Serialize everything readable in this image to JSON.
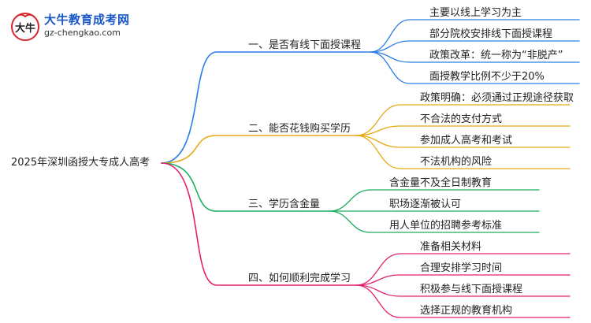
{
  "logo": {
    "name": "大牛教育成考网",
    "url": "gz-chengkao.com",
    "mark": "大牛"
  },
  "mindmap": {
    "root": "2025年深圳函授大专成人高考",
    "branches": [
      {
        "label": "一、是否有线下面授课程",
        "color": "#2b7de9",
        "children": [
          "主要以线上学习为主",
          "部分院校安排线下面授课程",
          "政策改革：统一称为“非脱产”",
          "面授教学比例不少于20%"
        ]
      },
      {
        "label": "二、能否花钱购买学历",
        "color": "#e7a912",
        "children": [
          "政策明确：必须通过正规途径获取",
          "不合法的支付方式",
          "参加成人高考和考试",
          "不法机构的风险"
        ]
      },
      {
        "label": "三、学历含金量",
        "color": "#1cae5e",
        "children": [
          "含金量不及全日制教育",
          "职场逐渐被认可",
          "用人单位的招聘参考标准"
        ]
      },
      {
        "label": "四、如何顺利完成学习",
        "color": "#e3216f",
        "children": [
          "准备相关材料",
          "合理安排学习时间",
          "积极参与线下面授课程",
          "选择正规的教育机构"
        ]
      }
    ]
  }
}
